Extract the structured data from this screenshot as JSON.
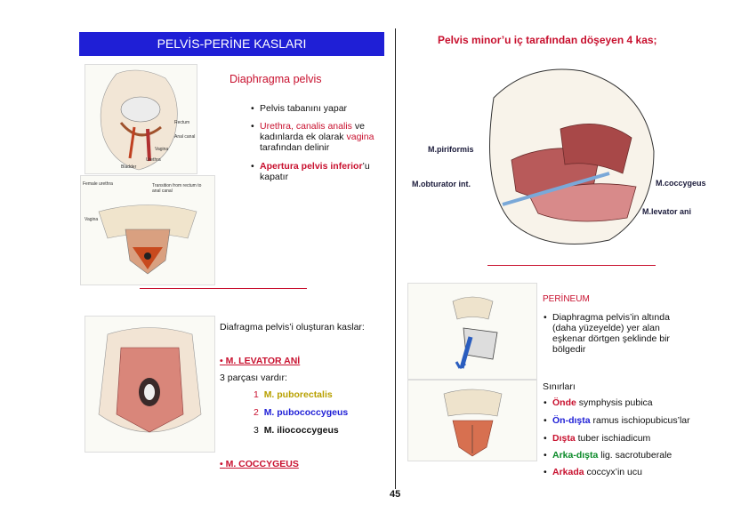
{
  "header": {
    "title": "PELVİS-PERİNE KASLARI",
    "right_title": "Pelvis minor’u iç tarafından döşeyen 4 kas;"
  },
  "diaphragma": {
    "heading": "Diaphragma pelvis",
    "b1": "Pelvis tabanını yapar",
    "b2_part1": "Urethra, ",
    "b2_canalis": "canalis analis",
    "b2_part2": " ve kadınlarda ek olarak",
    "b2_vagina": "vagina",
    "b2_part3": " tarafından delinir",
    "b3_apertura": "Apertura pelvis inferior",
    "b3_rest": "’u kapatır"
  },
  "fig_right": {
    "piriformis": "M.piriformis",
    "obturator": "M.obturator int.",
    "coccygeus": "M.coccygeus",
    "levator": "M.levator ani"
  },
  "fig_left_small": {
    "labels": [
      "Rectum",
      "Anal canal",
      "Vagina",
      "Urethra",
      "Bladder",
      "Female urethra",
      "Transition from rectum to anal canal",
      "Vagina"
    ]
  },
  "muscles": {
    "intro": "Diafragma pelvis’i oluşturan kaslar:",
    "levator": "M. LEVATOR ANİ",
    "parts_intro": "3 parçası vardır:",
    "parts": [
      {
        "num": "1",
        "name": "M. puborectalis"
      },
      {
        "num": "2",
        "name": "M. pubococcygeus"
      },
      {
        "num": "3",
        "name": "M. iliococcygeus"
      }
    ],
    "coccygeus": "M. COCCYGEUS"
  },
  "perineum": {
    "heading": "PERİNEUM",
    "desc": "Diaphragma pelvis’in altında (daha yüzeyelde) yer alan eşkenar dörtgen şeklinde bir bölgedir",
    "borders_title": "Sınırları",
    "borders": [
      {
        "dir": "Önde",
        "rest": " symphysis pubica",
        "color": "#c8102e"
      },
      {
        "dir": "Ön-dışta",
        "rest": " ramus ischiopubicus’lar",
        "color": "#1f1fd6"
      },
      {
        "dir": "Dışta",
        "rest": " tuber ischiadicum",
        "color": "#c8102e"
      },
      {
        "dir": "Arka-dışta",
        "rest": " lig. sacrotuberale",
        "color": "#0a8a28"
      },
      {
        "dir": "Arkada",
        "rest": " coccyx’in ucu",
        "color": "#c8102e"
      }
    ]
  },
  "page_number": "45"
}
